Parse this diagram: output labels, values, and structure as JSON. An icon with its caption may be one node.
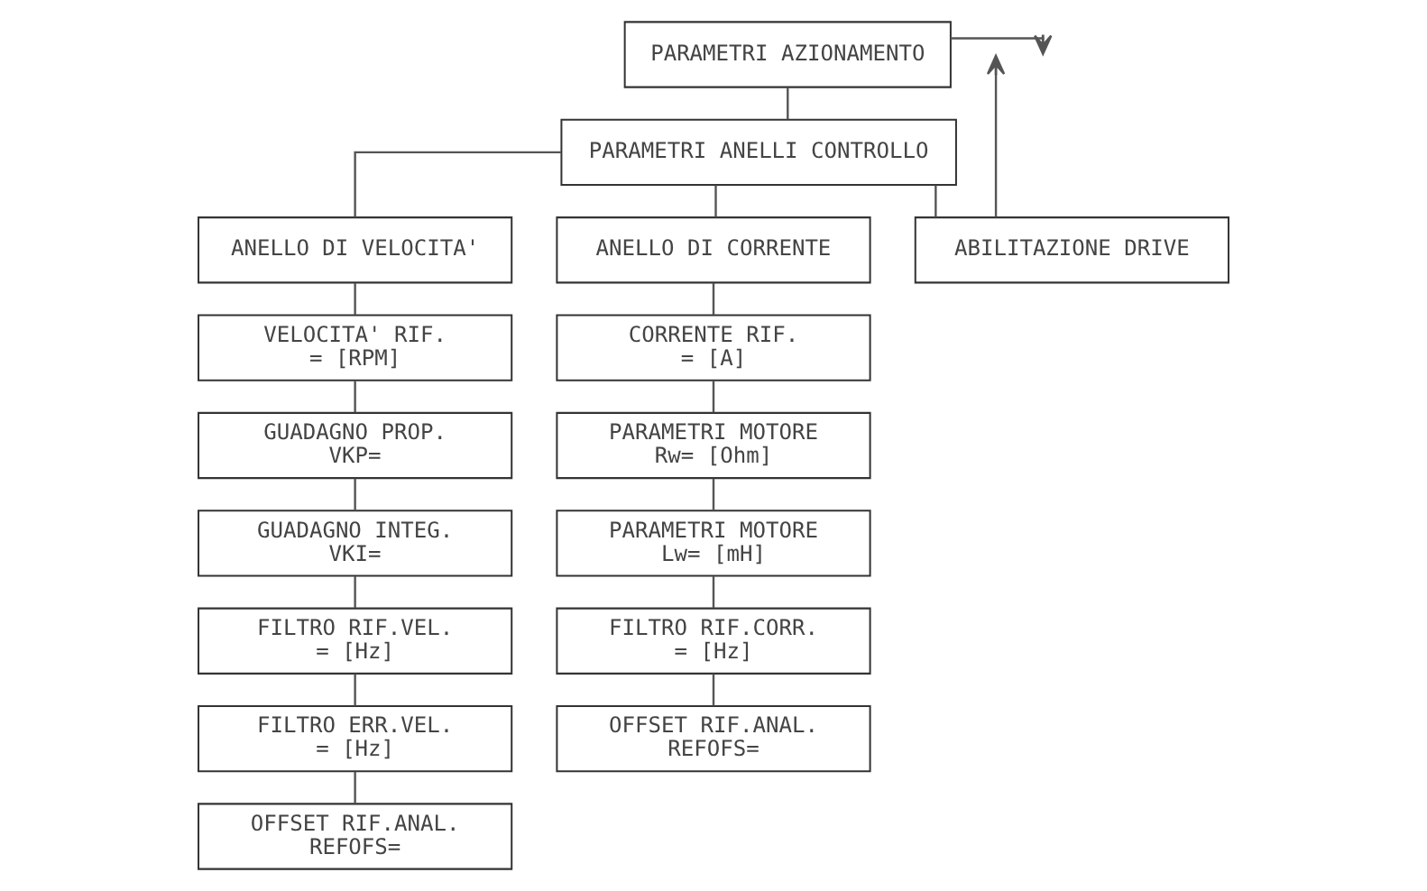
{
  "diagram": {
    "nodes": [
      {
        "text": [
          "PARAMETRI AZIONAMENTO"
        ]
      },
      {
        "text": [
          "PARAMETRI ANELLI CONTROLLO"
        ]
      },
      {
        "text": [
          "ABILITAZIONE DRIVE"
        ]
      },
      {
        "text": [
          "ANELLO DI VELOCITA'"
        ]
      },
      {
        "text": [
          "ANELLO DI CORRENTE"
        ]
      },
      {
        "text": [
          "VELOCITA' RIF.",
          "= [RPM]"
        ]
      },
      {
        "text": [
          "GUADAGNO PROP.",
          "VKP="
        ]
      },
      {
        "text": [
          "GUADAGNO INTEG.",
          "VKI="
        ]
      },
      {
        "text": [
          "FILTRO RIF.VEL.",
          "= [Hz]"
        ]
      },
      {
        "text": [
          "FILTRO ERR.VEL.",
          "= [Hz]"
        ]
      },
      {
        "text": [
          "OFFSET RIF.ANAL.",
          "REFOFS="
        ]
      },
      {
        "text": [
          "CORRENTE RIF.",
          "= [A]"
        ]
      },
      {
        "text": [
          "PARAMETRI MOTORE",
          "Rw= [Ohm]"
        ]
      },
      {
        "text": [
          "PARAMETRI MOTORE",
          "Lw= [mH]"
        ]
      },
      {
        "text": [
          "FILTRO RIF.CORR.",
          "= [Hz]"
        ]
      },
      {
        "text": [
          "OFFSET RIF.ANAL.",
          "REFOFS="
        ]
      }
    ],
    "edges": [
      {
        "from": 0,
        "to": null,
        "arrow": "to"
      },
      {
        "from": 0,
        "to": 1,
        "arrow": "none"
      },
      {
        "from": 1,
        "to": 2,
        "arrow": "none"
      },
      {
        "from": 2,
        "to": null,
        "arrow": "to"
      },
      {
        "from": 1,
        "to": 3,
        "arrow": "none"
      },
      {
        "from": 1,
        "to": 4,
        "arrow": "none"
      },
      {
        "from": 3,
        "to": 5,
        "arrow": "none"
      },
      {
        "from": 5,
        "to": 6,
        "arrow": "none"
      },
      {
        "from": 6,
        "to": 7,
        "arrow": "none"
      },
      {
        "from": 7,
        "to": 8,
        "arrow": "none"
      },
      {
        "from": 8,
        "to": 9,
        "arrow": "none"
      },
      {
        "from": 9,
        "to": 10,
        "arrow": "none"
      },
      {
        "from": 4,
        "to": 11,
        "arrow": "none"
      },
      {
        "from": 11,
        "to": 12,
        "arrow": "none"
      },
      {
        "from": 12,
        "to": 13,
        "arrow": "none"
      },
      {
        "from": 13,
        "to": 14,
        "arrow": "none"
      },
      {
        "from": 14,
        "to": 15,
        "arrow": "none"
      }
    ]
  }
}
